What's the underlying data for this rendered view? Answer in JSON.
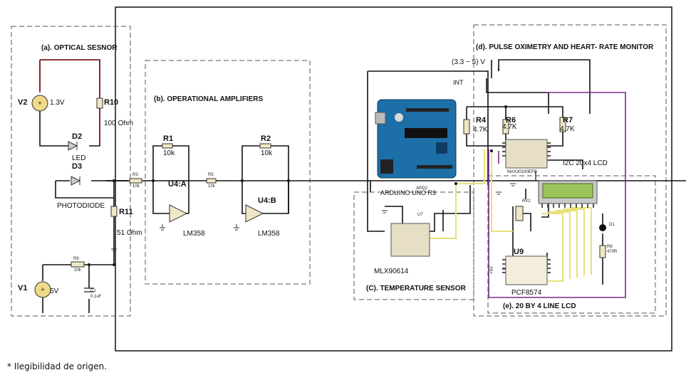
{
  "sections": {
    "optical": "(a). OPTICAL SESNOR",
    "opamps": "(b). OPERATIONAL AMPLIFIERS",
    "temperature": "(C). TEMPERATURE SENSOR",
    "pulse": "(d). PULSE OXIMETRY AND HEART- RATE MONITOR",
    "lcd": "(e). 20 BY 4 LINE LCD"
  },
  "optical": {
    "v2": "V2",
    "v2_value": "1.3V",
    "r10": "R10",
    "r10_value": "100 Ohm",
    "d2": "D2",
    "led": "LED",
    "d3": "D3",
    "photodiode": "PHOTODIODE",
    "r11": "R11",
    "r11_value": "51 Ohm",
    "v1": "V1",
    "v1_value": "5V",
    "r9": "R9",
    "r9_value": "10k",
    "c1": "C1",
    "c1_value": "0.1uF"
  },
  "opamps": {
    "r3": "R3",
    "r3_value": "10k",
    "r1": "R1",
    "r1_value": "10k",
    "u4a": "U4:A",
    "lm358a": "LM358",
    "r5": "R5",
    "r5_value": "10k",
    "r2": "R2",
    "r2_value": "10k",
    "u4b": "U4:B",
    "lm358b": "LM358"
  },
  "arduino": {
    "label": "ARD2",
    "model": "ARDUINO UNO R3",
    "int": "INT"
  },
  "temperature": {
    "u7": "U7",
    "mlx": "MLX90614"
  },
  "pulse": {
    "supply": "(3.3 ~ 5) V",
    "r4": "R4",
    "r4_value": "4.7K",
    "r6": "R6",
    "r6_value": "4.7K",
    "r7": "R7",
    "r7_value": "4.7K",
    "max": "MAX30100EFD",
    "i2c": "I2C 20x4 LCD"
  },
  "lcd": {
    "rv2": "RV2",
    "u9": "U9",
    "pcf": "PCF8574",
    "d1": "D1",
    "r8": "R8",
    "r8_value": "470R",
    "plus5v": "+5V"
  },
  "footnote": "* Ilegibilidad de origen.",
  "colors": {
    "wire": "#111111",
    "wire_red": "#8b1a1a",
    "wire_purple": "#7b2a8c",
    "wire_yellow": "#e8e07a",
    "arduino_blue": "#1d6fa8",
    "lcd_green": "#9bc45a",
    "chip_beige": "#e6dfc6"
  }
}
